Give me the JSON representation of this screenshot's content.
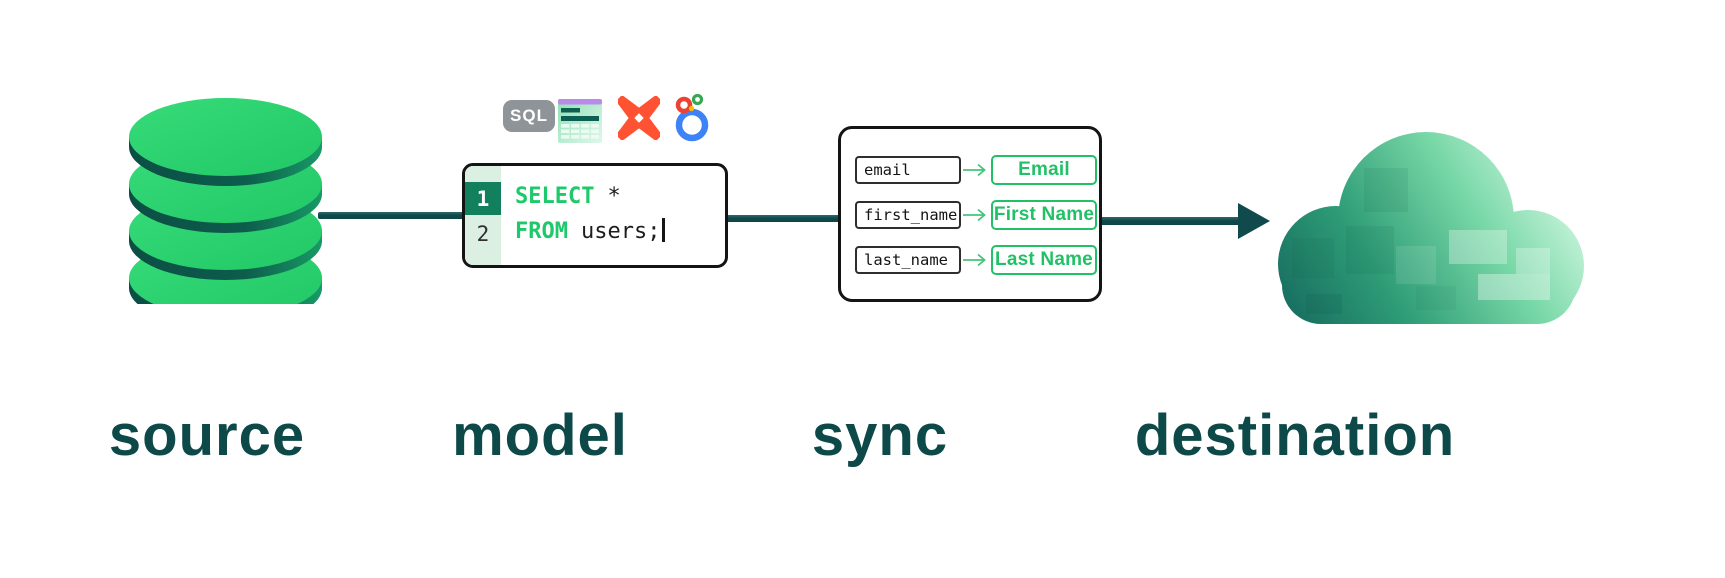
{
  "diagram": {
    "stages": [
      {
        "id": "source",
        "label": "source"
      },
      {
        "id": "model",
        "label": "model"
      },
      {
        "id": "sync",
        "label": "sync"
      },
      {
        "id": "destination",
        "label": "destination"
      }
    ]
  },
  "model": {
    "badge_text": "SQL",
    "icons": [
      "sql-badge",
      "spreadsheet-icon",
      "dbt-icon",
      "looker-icon"
    ],
    "code": {
      "lines": [
        {
          "number": "1",
          "keyword": "SELECT",
          "rest": "*"
        },
        {
          "number": "2",
          "keyword": "FROM",
          "rest": "users;"
        }
      ]
    }
  },
  "sync": {
    "mappings": [
      {
        "field": "email",
        "mapped": "Email"
      },
      {
        "field": "first_name",
        "mapped": "First Name"
      },
      {
        "field": "last_name",
        "mapped": "Last Name"
      }
    ]
  },
  "colors": {
    "accent_green": "#22c168",
    "keyword_green": "#1ec96a",
    "teal_dark": "#114a4c",
    "label_teal": "#0d4948",
    "disk_green": "#28cf6d",
    "dbt_orange": "#ff5233",
    "looker_blue": "#3e82f7"
  }
}
